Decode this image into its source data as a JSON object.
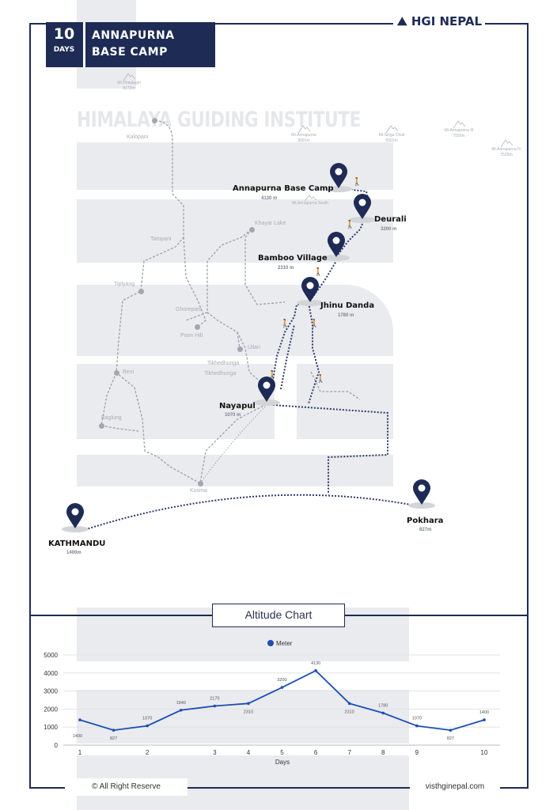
{
  "header": {
    "days_number": "10",
    "days_label": "DAYS",
    "title_line1": "ANNAPURNA",
    "title_line2": "BASE CAMP",
    "logo": "HGI NEPAL"
  },
  "watermark": "HIMALAYA GUIDING INSTITUTE",
  "mountains": [
    {
      "name": "Mt.Dhaulagiri",
      "height": "8172m"
    },
    {
      "name": "Mt.Annapurna",
      "height": "8091m"
    },
    {
      "name": "Mt.Singu Chuli",
      "height": "6501m"
    },
    {
      "name": "Mt.Annapurna III",
      "height": "7555m"
    },
    {
      "name": "Mt.Annapurna IV",
      "height": "7525m"
    },
    {
      "name": "Mt.Annapurna South",
      "height": ""
    }
  ],
  "places": [
    "Kalopani",
    "Tatopani",
    "Tiplyang",
    "Ghorepani",
    "Poon Hill",
    "Ullari",
    "Khayar Lake",
    "Tikhedhunga",
    "Tikhedhunga",
    "Beni",
    "Baglung",
    "Kusma"
  ],
  "stops": [
    {
      "name": "Annapurna Base Camp",
      "altitude": "4130 m"
    },
    {
      "name": "Deurali",
      "altitude": "3200 m"
    },
    {
      "name": "Bamboo Village",
      "altitude": "2310 m"
    },
    {
      "name": "Jhinu Danda",
      "altitude": "1780 m"
    },
    {
      "name": "Nayapul",
      "altitude": "1070 m"
    },
    {
      "name": "Pokhara",
      "altitude": "827m"
    },
    {
      "name": "KATHMANDU",
      "altitude": "1400m"
    }
  ],
  "colors": {
    "navy": "#1e2b55",
    "line": "#1a4fb5",
    "bg_grey": "#eaebef"
  },
  "chart_data": {
    "type": "line",
    "title": "Altitude Chart",
    "legend": "Meter",
    "legend_position": "top-center",
    "xlabel": "Days",
    "ylabel": "",
    "ylim": [
      0,
      5000
    ],
    "yticks": [
      "0",
      "1000",
      "2000",
      "3000",
      "4000",
      "5000"
    ],
    "x_tick_labels": [
      "1",
      "",
      "2",
      "",
      "3",
      "4",
      "5",
      "6",
      "7",
      "8",
      "9",
      "",
      "10"
    ],
    "values": [
      1400,
      827,
      1070,
      1940,
      2170,
      2310,
      3200,
      4130,
      2310,
      1780,
      1070,
      827,
      1400
    ],
    "data_labels": [
      "1400",
      "827",
      "1070",
      "1940",
      "2170",
      "2310",
      "3200",
      "4130",
      "2310",
      "1780",
      "1070",
      "827",
      "1400"
    ],
    "label_below": [
      true,
      true,
      false,
      false,
      false,
      true,
      false,
      false,
      true,
      false,
      false,
      true,
      false
    ],
    "grid": true
  },
  "footer": {
    "copyright": "© All Right Reserve",
    "website": "visthginepal.com"
  }
}
